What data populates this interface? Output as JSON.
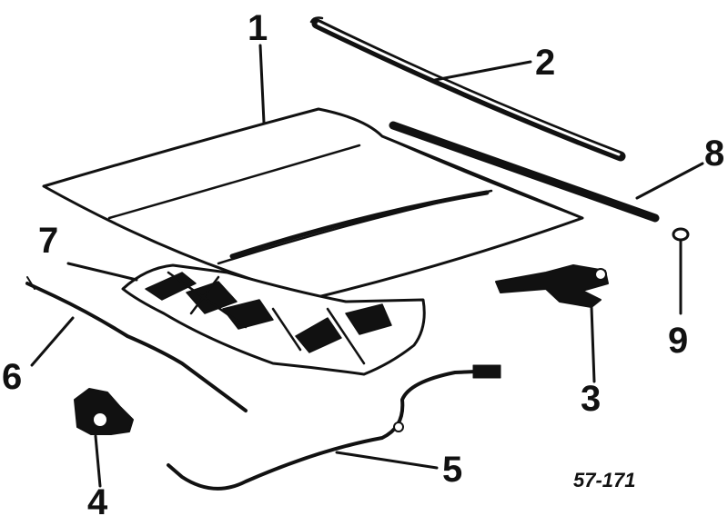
{
  "diagram": {
    "callouts": [
      {
        "id": "1",
        "label": "1"
      },
      {
        "id": "2",
        "label": "2"
      },
      {
        "id": "3",
        "label": "3"
      },
      {
        "id": "4",
        "label": "4"
      },
      {
        "id": "5",
        "label": "5"
      },
      {
        "id": "6",
        "label": "6"
      },
      {
        "id": "7",
        "label": "7"
      },
      {
        "id": "8",
        "label": "8"
      },
      {
        "id": "9",
        "label": "9"
      }
    ],
    "figure_code": "57-171",
    "ink_color": "#111111",
    "background_color": "#ffffff"
  }
}
